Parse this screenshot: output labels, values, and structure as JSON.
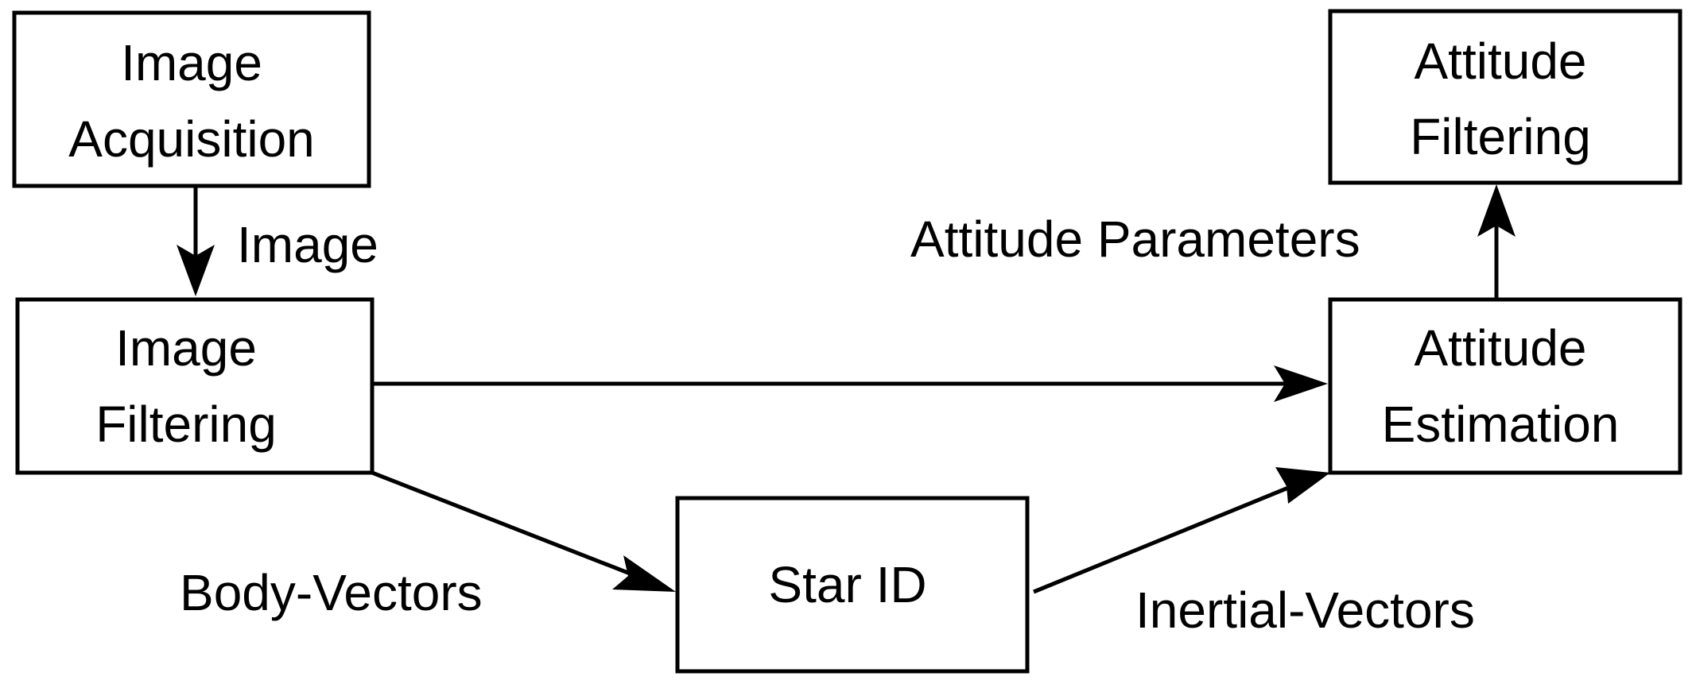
{
  "nodes": {
    "image_acquisition": {
      "line1": "Image",
      "line2": "Acquisition"
    },
    "image_filtering": {
      "line1": "Image",
      "line2": "Filtering"
    },
    "star_id": {
      "label": "Star ID"
    },
    "attitude_estimation": {
      "line1": "Attitude",
      "line2": "Estimation"
    },
    "attitude_filtering": {
      "line1": "Attitude",
      "line2": "Filtering"
    }
  },
  "edges": {
    "image": "Image",
    "body_vectors": "Body-Vectors",
    "inertial_vectors": "Inertial-Vectors",
    "attitude_parameters": "Attitude Parameters"
  },
  "colors": {
    "stroke": "#000000",
    "background": "#ffffff"
  }
}
